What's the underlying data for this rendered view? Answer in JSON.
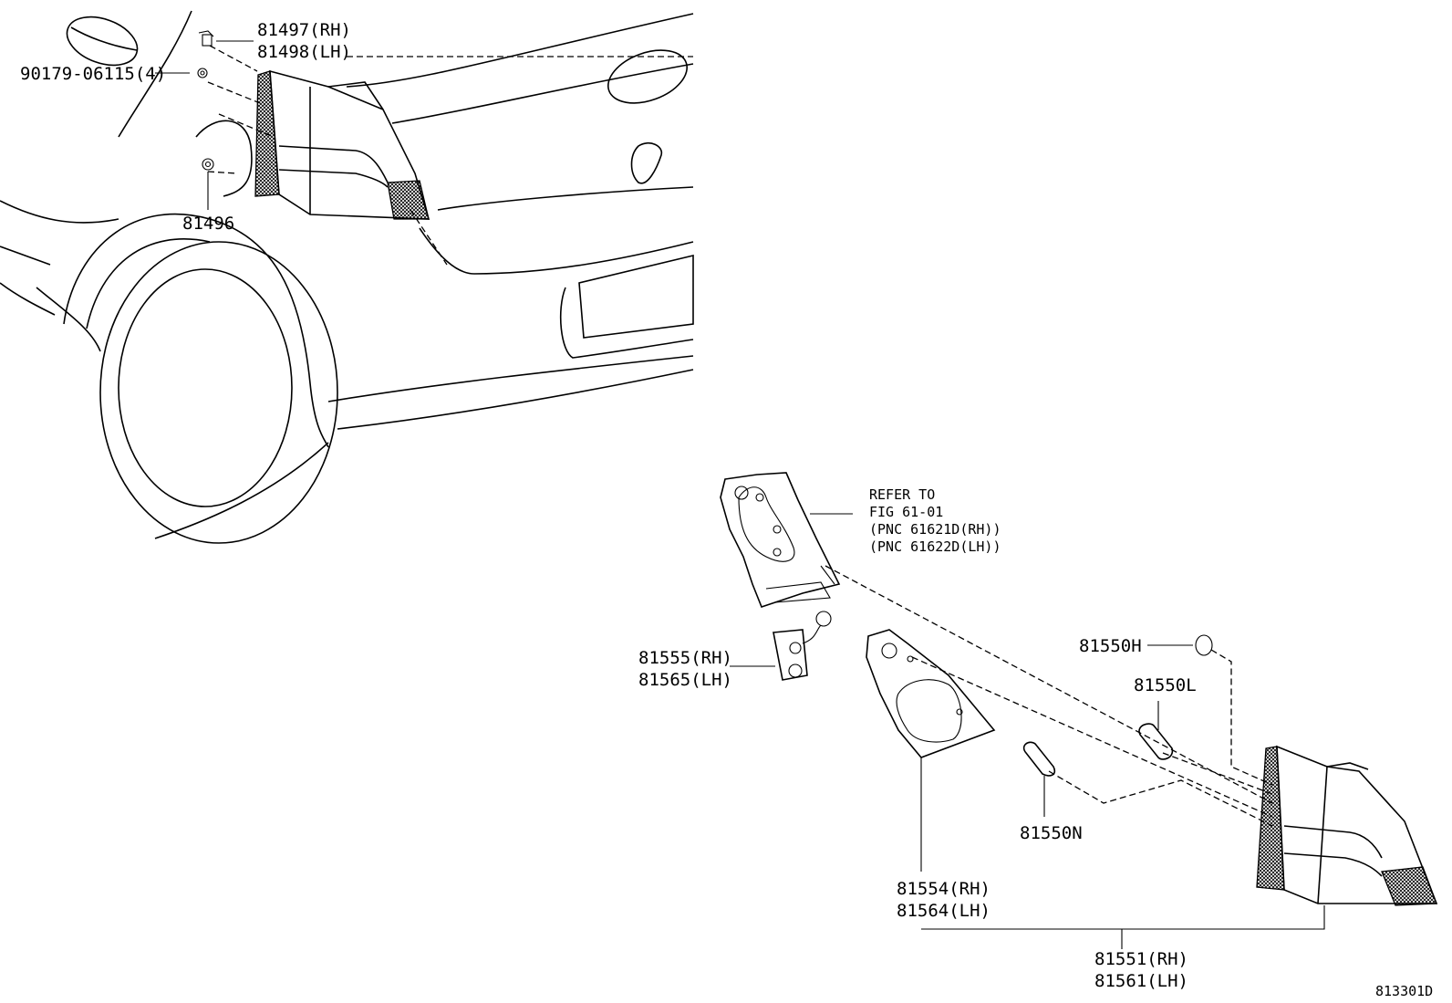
{
  "labels": {
    "p90179": "90179-06115(4)",
    "p81497": "81497(RH)",
    "p81498": "81498(LH)",
    "p81496": "81496",
    "refer_l1": "REFER TO",
    "refer_l2": "FIG 61-01",
    "refer_l3": "(PNC 61621D(RH))",
    "refer_l4": "(PNC 61622D(LH))",
    "p81555": "81555(RH)",
    "p81565": "81565(LH)",
    "p81550H": "81550H",
    "p81550L": "81550L",
    "p81550N": "81550N",
    "p81554": "81554(RH)",
    "p81564": "81564(LH)",
    "p81551": "81551(RH)",
    "p81561": "81561(LH)",
    "figure_code": "813301D"
  }
}
